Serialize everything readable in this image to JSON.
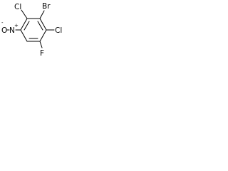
{
  "molecule": {
    "atoms": {
      "cl_top_left": "Cl",
      "br_top": "Br",
      "cl_right": "Cl",
      "f_bottom": "F",
      "o_nitro": "O",
      "n_nitro": "N",
      "plus_sign": "+",
      "minus_sign": "-"
    },
    "colors": {
      "background": "#ffffff",
      "ink": "#000000"
    }
  }
}
